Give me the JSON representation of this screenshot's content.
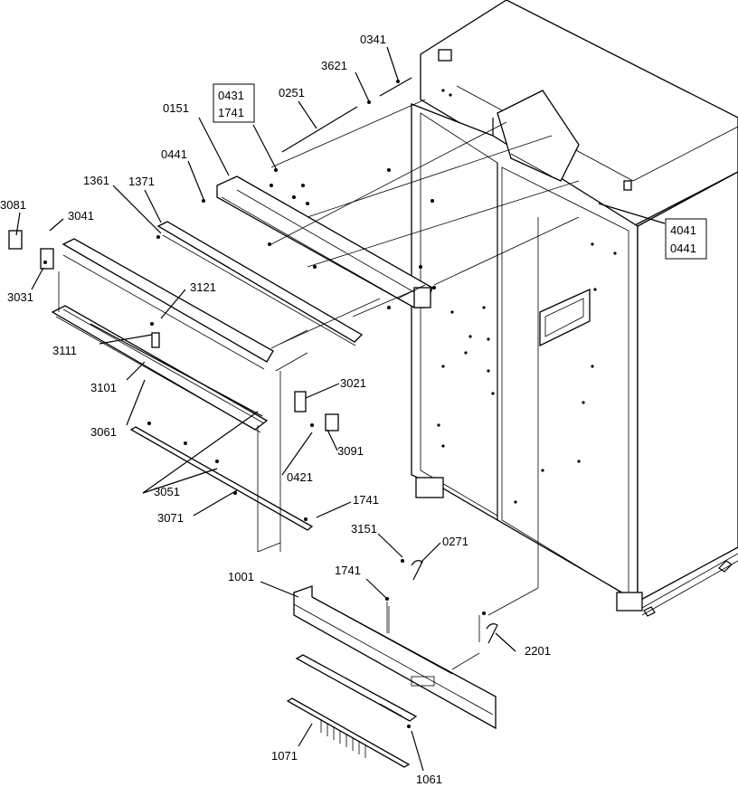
{
  "labels": {
    "l0341": "0341",
    "l3621": "3621",
    "l0431": "0431",
    "l1741a": "1741",
    "l0251": "0251",
    "l0151": "0151",
    "l0441a": "0441",
    "l1361": "1361",
    "l1371": "1371",
    "l3081": "3081",
    "l3041": "3041",
    "l3031": "3031",
    "l3121": "3121",
    "l3111": "3111",
    "l3101": "3101",
    "l3021": "3021",
    "l3061": "3061",
    "l3091": "3091",
    "l0421": "0421",
    "l3051": "3051",
    "l1741b": "1741",
    "l3071": "3071",
    "l3151": "3151",
    "l0271": "0271",
    "l1741c": "1741",
    "l1001": "1001",
    "l2201": "2201",
    "l1071": "1071",
    "l1061": "1061",
    "l4041": "4041",
    "l0441b": "0441"
  }
}
